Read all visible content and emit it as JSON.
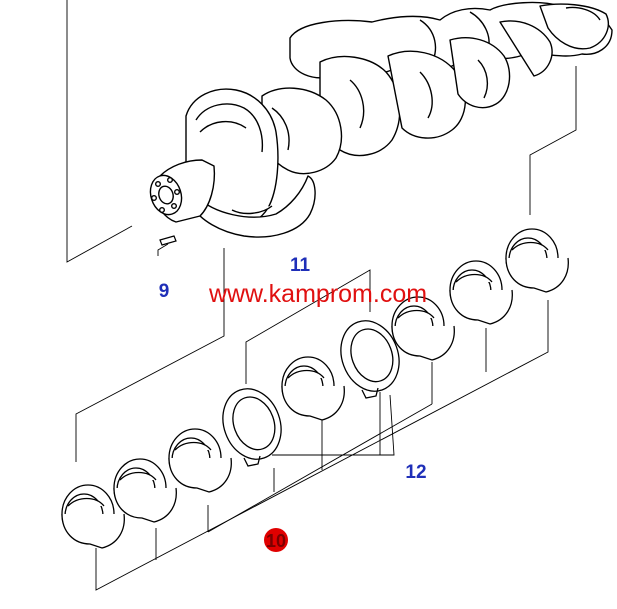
{
  "diagram": {
    "callouts": {
      "part_9": "9",
      "part_10": "10",
      "part_11": "11",
      "part_12": "12"
    },
    "watermark": "www.kamprom.com"
  },
  "colors": {
    "line": "#000000",
    "callout_blue": "#1f2fb8",
    "callout_red": "#e00000",
    "watermark_red": "#e01010",
    "background": "#ffffff"
  }
}
